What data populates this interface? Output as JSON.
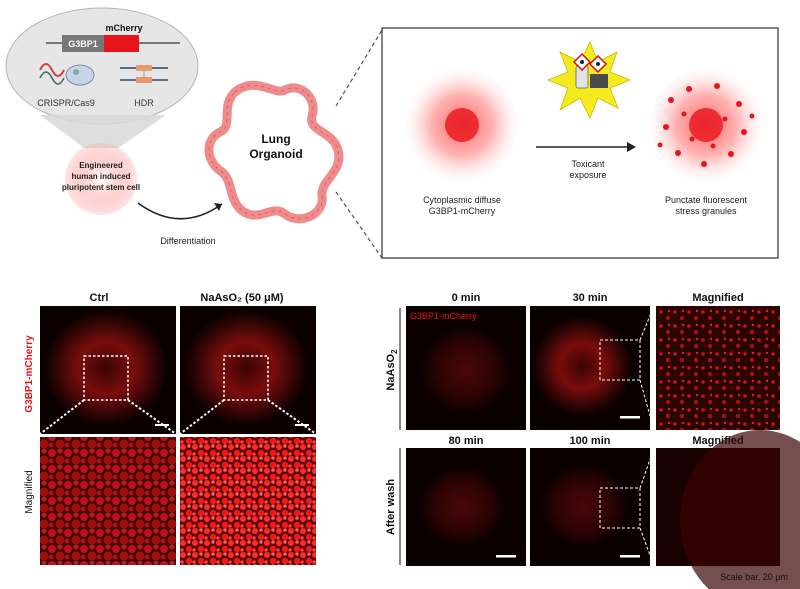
{
  "schematic": {
    "gene_label": "G3BP1",
    "tag_label": "mCherry",
    "crispr_label": "CRISPR/Cas9",
    "hdr_label": "HDR",
    "stem_cell_line1": "Engineered",
    "stem_cell_line2": "human induced",
    "stem_cell_line3": "pluripotent stem cell",
    "differentiation_label": "Differentiation",
    "organoid_line1": "Lung",
    "organoid_line2": "Organoid",
    "diffuse_line1": "Cytoplasmic diffuse",
    "diffuse_line2": "G3BP1-mCherry",
    "toxicant_line1": "Toxicant",
    "toxicant_line2": "exposure",
    "punctate_line1": "Punctate fluorescent",
    "punctate_line2": "stress granules"
  },
  "panel_b": {
    "col_ctrl": "Ctrl",
    "col_treat": "NaAsO₂ (50 μM)",
    "row_channel": "G3BP1-mCherry",
    "row_magnified": "Magnified"
  },
  "panel_c": {
    "col_0": "0 min",
    "col_30": "30 min",
    "col_mag1": "Magnified",
    "channel": "G3BP1-mCherry",
    "row_treat_main": "NaAsO",
    "row_treat_sub": "2",
    "col_80": "80 min",
    "col_100": "100 min",
    "col_mag2": "Magnified",
    "row_wash": "After wash",
    "scale_note": "Scale bar, 20 μm"
  },
  "colors": {
    "accent_red": "#e8141c",
    "organoid_pink": "#f08b8b",
    "micro_bg": "#0a0000"
  }
}
